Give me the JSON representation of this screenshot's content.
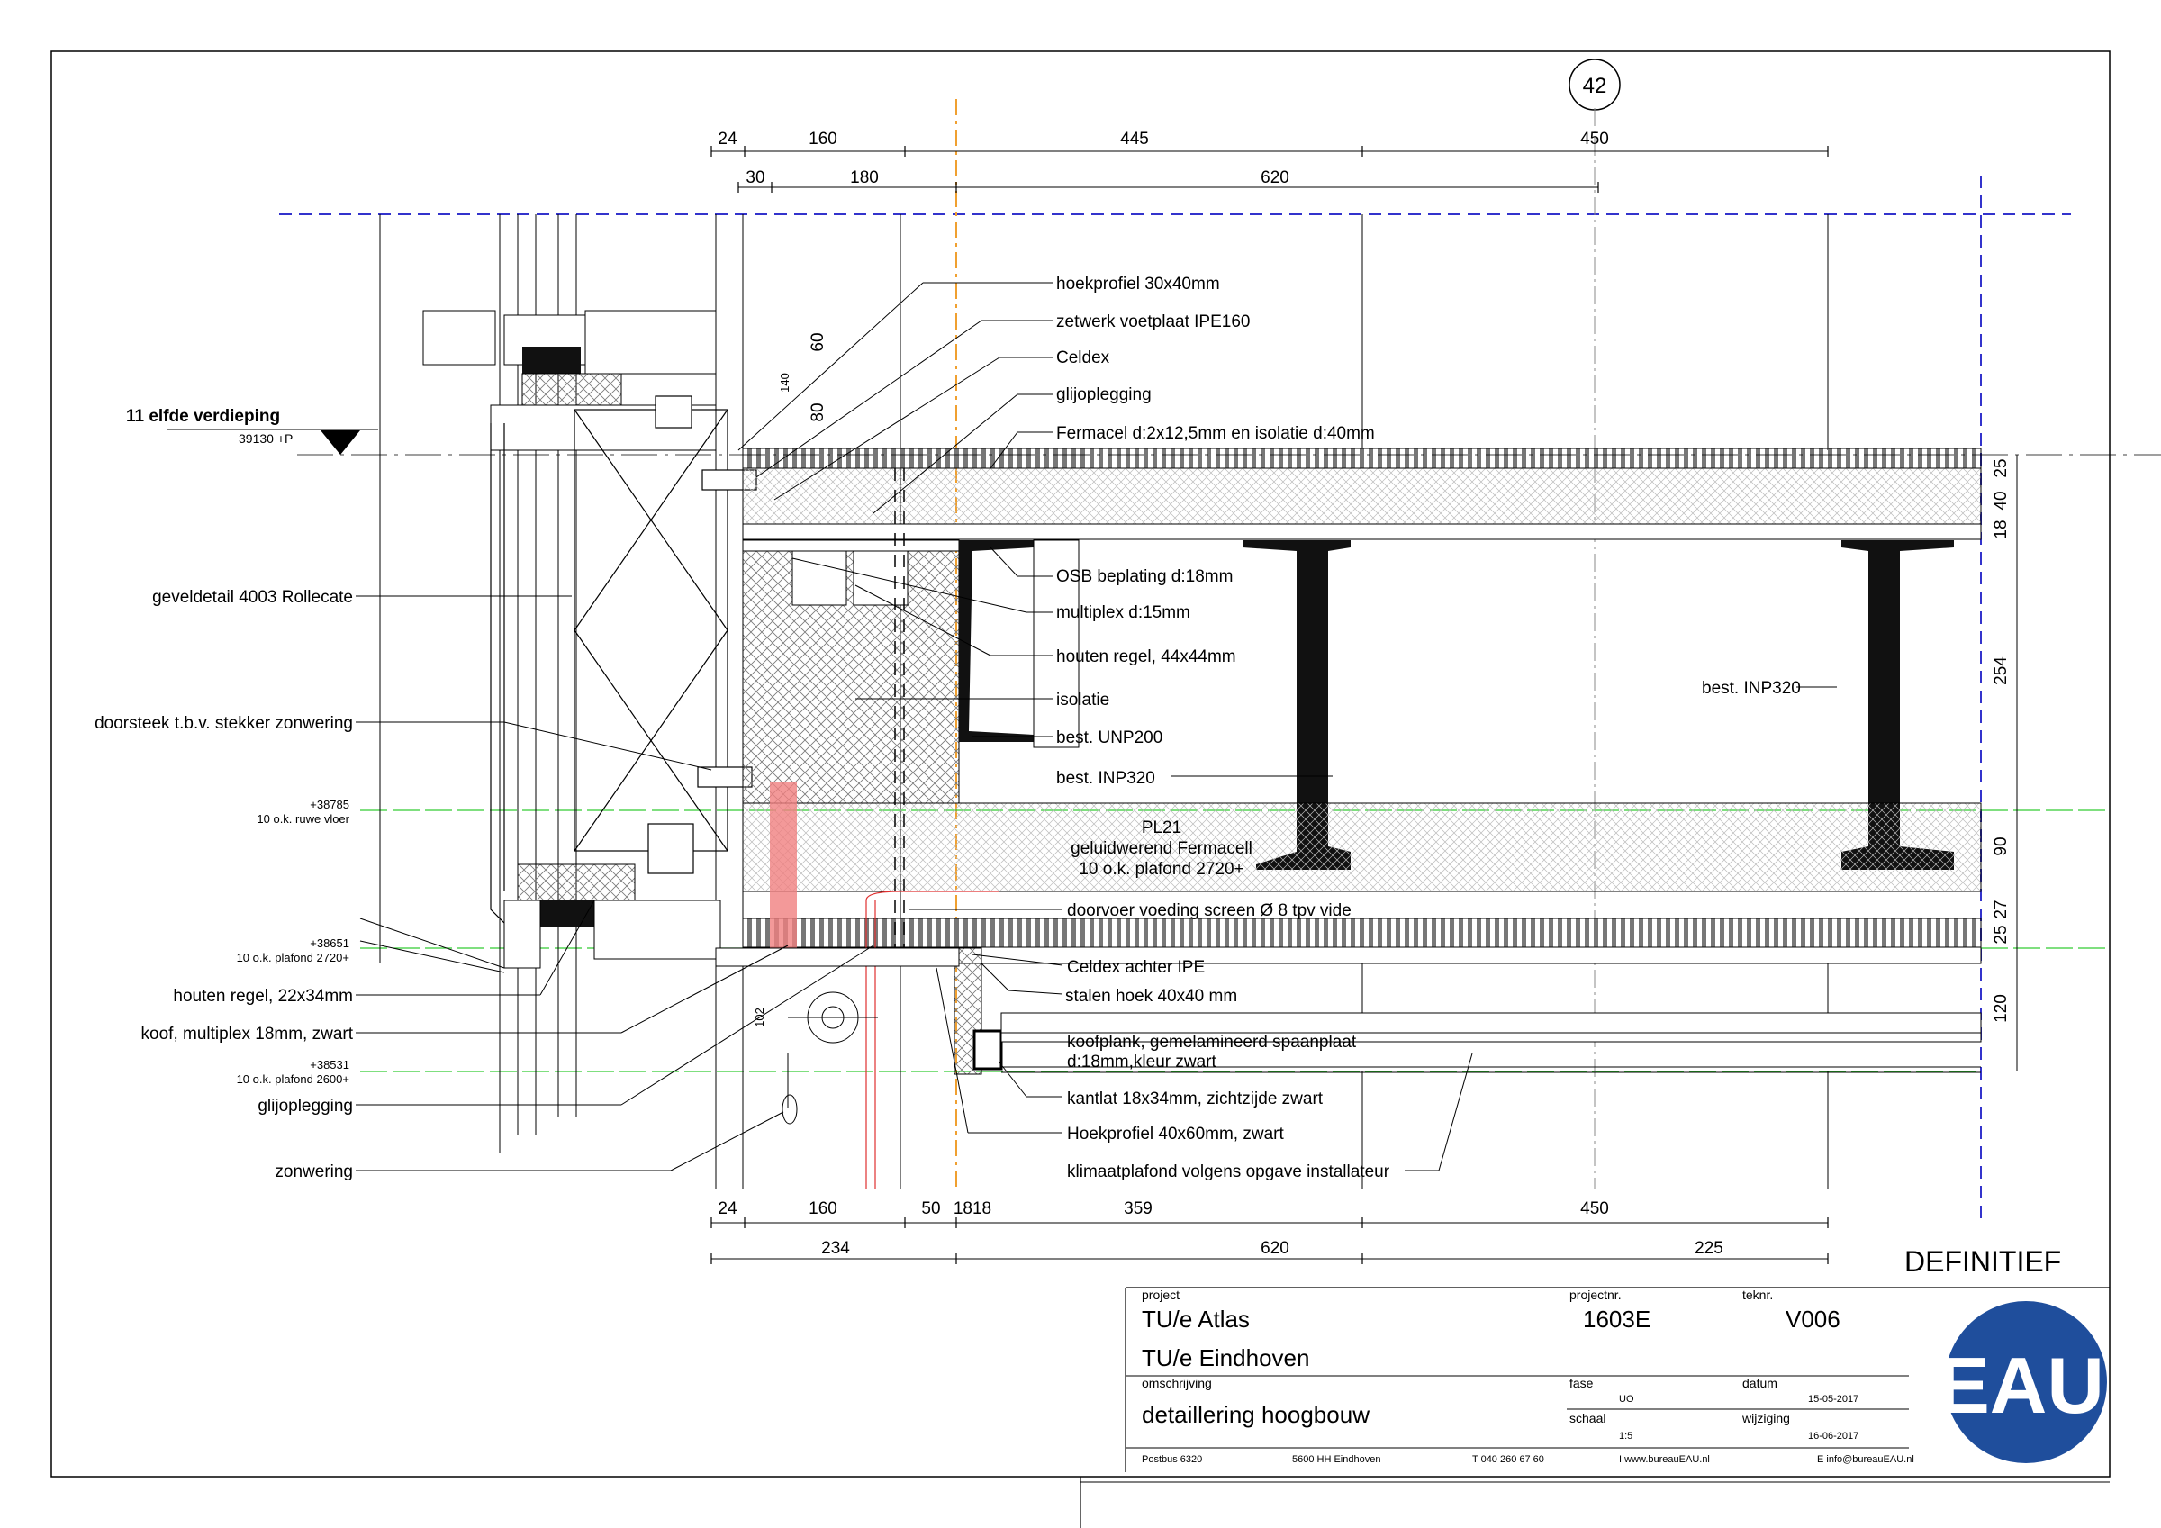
{
  "grid_marker": "42",
  "level": {
    "name": "11 elfde verdieping",
    "value": "39130 +P"
  },
  "dimensions": {
    "top_row1": [
      "24",
      "160",
      "445",
      "450"
    ],
    "top_row2": [
      "30",
      "180",
      "620"
    ],
    "bottom_row1": [
      "24",
      "160",
      "50",
      "1818",
      "359",
      "450"
    ],
    "bottom_row2": [
      "234",
      "620",
      "225"
    ],
    "right": [
      "25",
      "40",
      "18",
      "254",
      "90",
      "27",
      "25",
      "120"
    ],
    "vertical": [
      "140",
      "60",
      "80",
      "102"
    ]
  },
  "annotations": {
    "right": [
      "hoekprofiel 30x40mm",
      "zetwerk voetplaat IPE160",
      "Celdex",
      "glijoplegging",
      "Fermacel d:2x12,5mm en isolatie d:40mm",
      "OSB beplating d:18mm",
      "multiplex d:15mm",
      "houten regel, 44x44mm",
      "isolatie",
      "best. UNP200",
      "best. INP320",
      "doorvoer voeding screen Ø 8 tpv vide",
      "Celdex achter IPE",
      "stalen hoek 40x40 mm",
      "koofplank, gemelamineerd spaanplaat",
      "d:18mm,kleur zwart",
      "kantlat 18x34mm, zichtzijde zwart",
      "Hoekprofiel 40x60mm, zwart",
      "klimaatplafond volgens opgave installateur"
    ],
    "left": [
      "geveldetail 4003 Rollecate",
      "doorsteek t.b.v. stekker zonwering",
      "houten regel, 22x34mm",
      "koof, multiplex 18mm, zwart",
      "glijoplegging",
      "zonwering"
    ],
    "beam_right": "best. INP320",
    "panel": [
      "PL21",
      "geluidwerend Fermacell",
      "10 o.k. plafond 2720+"
    ]
  },
  "levels_small": [
    {
      "value": "+38785",
      "desc": "10 o.k. ruwe vloer"
    },
    {
      "value": "+38651",
      "desc": "10 o.k. plafond 2720+"
    },
    {
      "value": "+38531",
      "desc": "10 o.k. plafond 2600+"
    }
  ],
  "status": "DEFINITIEF",
  "title_block": {
    "project_label": "project",
    "project": "TU/e Atlas",
    "client": "TU/e Eindhoven",
    "projectnr_label": "projectnr.",
    "projectnr": "1603E",
    "tekenr_label": "teknr.",
    "tekenr": "V006",
    "omschrijving_label": "omschrijving",
    "omschrijving": "detaillering hoogbouw",
    "fase_label": "fase",
    "fase": "UO",
    "datum_label": "datum",
    "datum": "15-05-2017",
    "schaal_label": "schaal",
    "schaal": "1:5",
    "wijziging_label": "wijziging",
    "wijziging": "16-06-2017",
    "footer": [
      "Postbus 6320",
      "5600 HH Eindhoven",
      "T 040 260 67 60",
      "I www.bureauEAU.nl",
      "E info@bureauEAU.nl"
    ],
    "logo": "EAU"
  },
  "colors": {
    "grid_blue": "#3333cc",
    "level_green": "#33cc33",
    "axis_orange": "#f0a030",
    "red": "#e03030",
    "logo_blue": "#1f4e9c"
  }
}
